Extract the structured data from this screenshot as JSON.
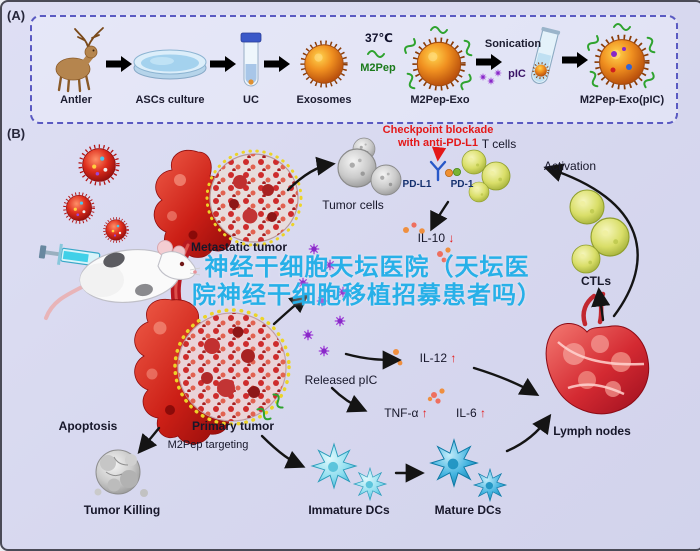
{
  "watermark": {
    "line1": "神经干细胞天坛医院（天坛医",
    "line2": "院神经干细胞移植招募患者吗）",
    "full_text": "神经干细胞天坛医院（天坛医院神经干细胞移植招募患者吗）"
  },
  "panel_a": {
    "tag": "(A)",
    "steps": {
      "antler": "Antler",
      "ascs_culture": "ASCs culture",
      "uc": "UC",
      "exosomes": "Exosomes",
      "m2pep_exo": "M2Pep-Exo",
      "m2pep_exo_pic": "M2Pep-Exo(pIC)"
    },
    "annotations": {
      "temperature": "37℃",
      "m2pep": "M2Pep",
      "sonication": "Sonication",
      "pic": "pIC"
    }
  },
  "panel_b": {
    "tag": "(B)",
    "labels": {
      "checkpoint_line1": "Checkpoint blockade",
      "checkpoint_line2": "with anti-PD-L1",
      "t_cells": "T cells",
      "activation": "Activation",
      "tumor_cells": "Tumor cells",
      "pd_l1": "PD-L1",
      "pd_1": "PD-1",
      "metastatic_tumor": "Metastatic tumor",
      "il_10": "IL-10",
      "il_10_dir": "↓",
      "ctls": "CTLs",
      "il_12": "IL-12",
      "il_12_dir": "↑",
      "released_pic": "Released pIC",
      "tnf_alpha": "TNF-α",
      "tnf_alpha_dir": "↑",
      "il_6": "IL-6",
      "il_6_dir": "↑",
      "lymph_nodes": "Lymph nodes",
      "apoptosis": "Apoptosis",
      "primary_tumor": "Primary tumor",
      "m2pep_targeting": "M2Pep targeting",
      "tumor_killing": "Tumor Killing",
      "immature_dcs": "Immature DCs",
      "mature_dcs": "Mature DCs"
    }
  },
  "colors": {
    "background": "#d9daef",
    "panel_border": "#5a5ac2",
    "accent_red": "#e41818",
    "exosome_orange": "#f09020",
    "m2pep_green": "#2ea32e",
    "pic_purple": "#8828c8",
    "watermark_blue": "#27b0e8"
  }
}
